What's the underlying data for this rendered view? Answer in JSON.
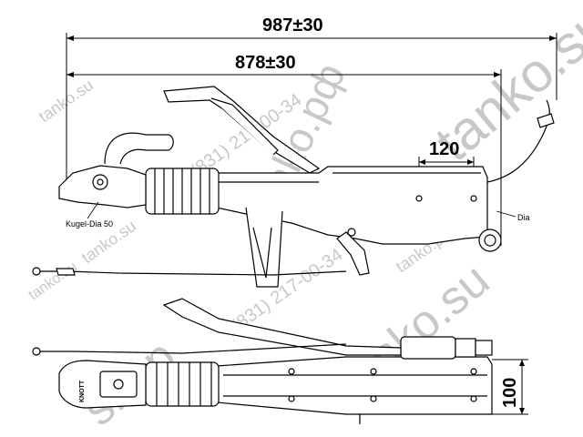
{
  "dimensions": {
    "overall_length": "987±30",
    "coupling_length": "878±30",
    "hole_spacing": "120",
    "height": "100"
  },
  "labels": {
    "ball_diameter": "Kugel-Dia 50",
    "dia": "Dia",
    "brand": "KNOTT"
  },
  "watermarks": {
    "shop_url": "tanko.su",
    "shop_rf": "tanko.рф",
    "shop_word": "shop",
    "phone": "(831) 217-00-34"
  },
  "colors": {
    "line": "#000000",
    "watermark": "#c8c8c8",
    "background": "#ffffff"
  }
}
